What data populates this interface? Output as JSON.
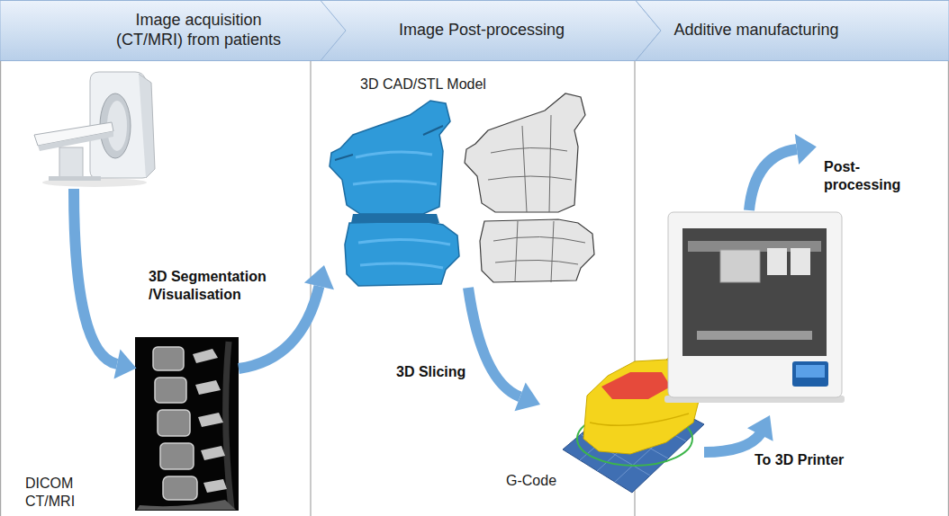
{
  "diagram": {
    "nodes": [
      {
        "text": [
          "Image acquisition (CT/MRI) from patients"
        ]
      },
      {
        "text": [
          "Image Post-processing"
        ]
      },
      {
        "text": [
          "Additive manufacturing"
        ]
      },
      {
        "text": [
          "DICOM CT/MRI"
        ]
      },
      {
        "text": [
          "3D CAD/STL Model"
        ]
      },
      {
        "text": [
          "G-Code"
        ]
      }
    ],
    "edges": [
      {
        "from": 3,
        "to": 4,
        "arrow": "to",
        "label": "3D Segmentation /Visualisation"
      },
      {
        "from": 4,
        "to": 5,
        "arrow": "to",
        "label": "3D Slicing"
      }
    ],
    "labels": [
      "To 3D Printer",
      "Post-processing"
    ]
  }
}
